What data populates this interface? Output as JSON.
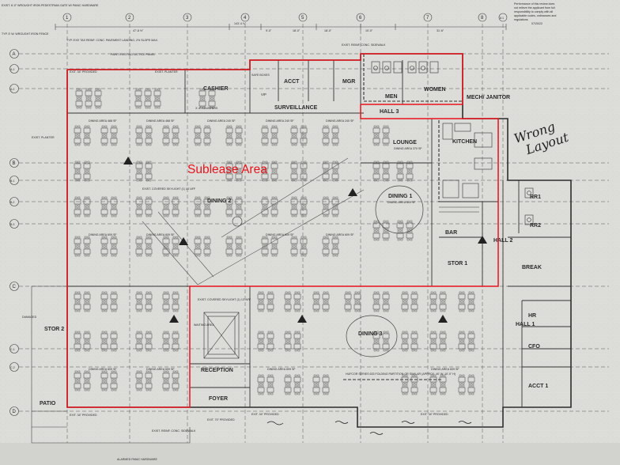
{
  "header": {
    "top_dims": [
      "47'-8 ½\"",
      "143'-4 ¾\"",
      "9'-0\"",
      "18'-0\"",
      "18'-0\"",
      "10'-0\"",
      "31'-6\""
    ],
    "stamp_lines": [
      "Performance of this review does",
      "not relieve the applicant from full",
      "responsibility to comply with all",
      "applicable codes, ordinances and",
      "regulations",
      "07/20/22"
    ],
    "notes": [
      "TYP. 5'X5' TAS REINF. CONC. PAVEMENT LANDING, 2% SLOPE MAX.",
      "PAINT EXISTING LATTICE PANEL",
      "EXIST. REINF. CONC. SIDEWALK",
      "EXIST. 6'-0\" WROUGHT IRON PEDESTRIAN GATE W/ PANIC HARDWARE",
      "TYP. 5' W. WROUGHT IRON FENCE"
    ]
  },
  "grid": {
    "rows": [
      "A",
      "A.1",
      "A.2",
      "B",
      "B.1",
      "B.2",
      "B.3",
      "C",
      "C.1",
      "C.2",
      "D"
    ],
    "cols": [
      "1",
      "2",
      "3",
      "4",
      "5",
      "6",
      "7",
      "8",
      "8.1"
    ]
  },
  "annotations": {
    "sublease": "Sublease Area",
    "wrong_layout": [
      "Wrong",
      "Layout"
    ]
  },
  "rooms": {
    "cashier": "CASHIER",
    "acct": "ACCT",
    "mgr": "MGR",
    "men": "MEN",
    "women": "WOMEN",
    "mech": "MECH/ JANITOR",
    "hall3": "HALL 3",
    "surveillance": "SURVEILLANCE",
    "vip": "VIP",
    "lounge": "LOUNGE",
    "lounge_sub": "DINING AREA 370 SF",
    "kitchen": "KITCHEN",
    "dining1": "DINING 1",
    "dining1_sub": "DINING AREA 609 SF",
    "dining2": "DINING 2",
    "dining3": "DINING 3",
    "bar": "BAR",
    "stor1": "STOR 1",
    "stor2": "STOR 2",
    "rr1": "RR1",
    "rr2": "RR2",
    "hall2": "HALL 2",
    "break": "BREAK",
    "hr": "HR",
    "hall1": "HALL 1",
    "cfo": "CFO",
    "acct1": "ACCT 1",
    "reception": "RECEPTION",
    "foyer": "FOYER",
    "patio": "PATIO",
    "waiting": "WAITING AREA"
  },
  "area_labels": {
    "dining_468": "DINING AREA 468 SF",
    "dining_240": "DINING AREA 240 SF",
    "dining_609": "DINING AREA 609 SF",
    "skylight": "EXIST. COVERED SKYLIGHT (1) 13' AFF",
    "counter": "3'-4\" COUNTERS",
    "safe": "SAFE BOXES",
    "folding": "HUFCOR SERIES 633 FOLDING PARTITION OR SIMILAR (APPROX. 40' W, 10'-0\" H)",
    "exit34": "EXIT. 34\" PROVIDED",
    "exit70": "EXIT. 70\" PROVIDED",
    "planter": "EXIST. PLANTER",
    "sidewalk": "EXIST. REINF. CONC. SIDEWALK",
    "damaged": "DAMAGED",
    "alarm": "ALARMED PANIC HARDWARE"
  },
  "colors": {
    "paper": "#dcdcda",
    "line": "#2d2d2d",
    "sublease_red": "#e8141c",
    "hand_ink": "#1f1f1f"
  }
}
